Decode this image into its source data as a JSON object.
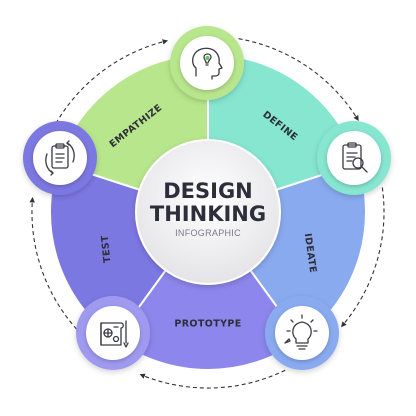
{
  "center": {
    "title_line1": "DESIGN",
    "title_line2": "THINKING",
    "subtitle": "INFOGRAPHIC"
  },
  "stages": [
    {
      "label": "EMPATHIZE",
      "icon": "head-idea-icon",
      "color": "#b8e68c"
    },
    {
      "label": "DEFINE",
      "icon": "clipboard-search-icon",
      "color": "#86e6d0"
    },
    {
      "label": "IDEATE",
      "icon": "lightbulb-icon",
      "color": "#8aaaf0"
    },
    {
      "label": "PROTOTYPE",
      "icon": "blueprint-icon",
      "color": "#8d86ec"
    },
    {
      "label": "TEST",
      "icon": "clipboard-cycle-icon",
      "color": "#7c78e2"
    }
  ]
}
